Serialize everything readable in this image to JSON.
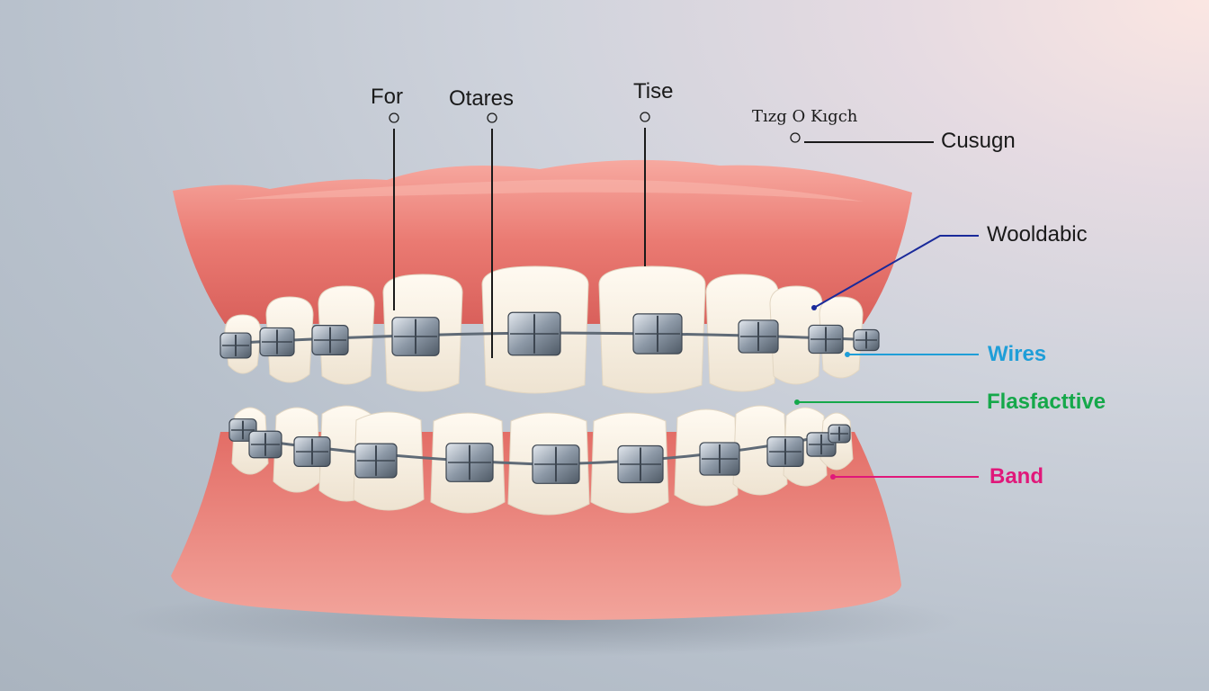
{
  "diagram": {
    "labels": [
      {
        "id": "for",
        "text": "For",
        "color": "#1a1a1a"
      },
      {
        "id": "otares",
        "text": "Otares",
        "color": "#1a1a1a"
      },
      {
        "id": "tise",
        "text": "Tise",
        "color": "#1a1a1a"
      },
      {
        "id": "tizg",
        "text": "Tızg O Kıgch",
        "color": "#1a1a1a"
      },
      {
        "id": "cusugn",
        "text": "Cusugn",
        "color": "#1a1a1a"
      },
      {
        "id": "wooldabic",
        "text": "Wooldabic",
        "color": "#1a1a1a"
      },
      {
        "id": "wires",
        "text": "Wires",
        "color": "#1f9ed8"
      },
      {
        "id": "flasfactive",
        "text": "Flasfacttive",
        "color": "#15a84a"
      },
      {
        "id": "band",
        "text": "Band",
        "color": "#e0187a"
      }
    ],
    "colors": {
      "gum": "#e8766f",
      "gum_light": "#f6a39a",
      "tooth": "#f7f1e6",
      "bracket": "#9aa6b4",
      "wire": "#5a6470",
      "wooldabic_line": "#1a2a9a",
      "wires_line": "#1f9ed8",
      "flasfactive_line": "#15a84a",
      "band_line": "#e0187a"
    }
  }
}
